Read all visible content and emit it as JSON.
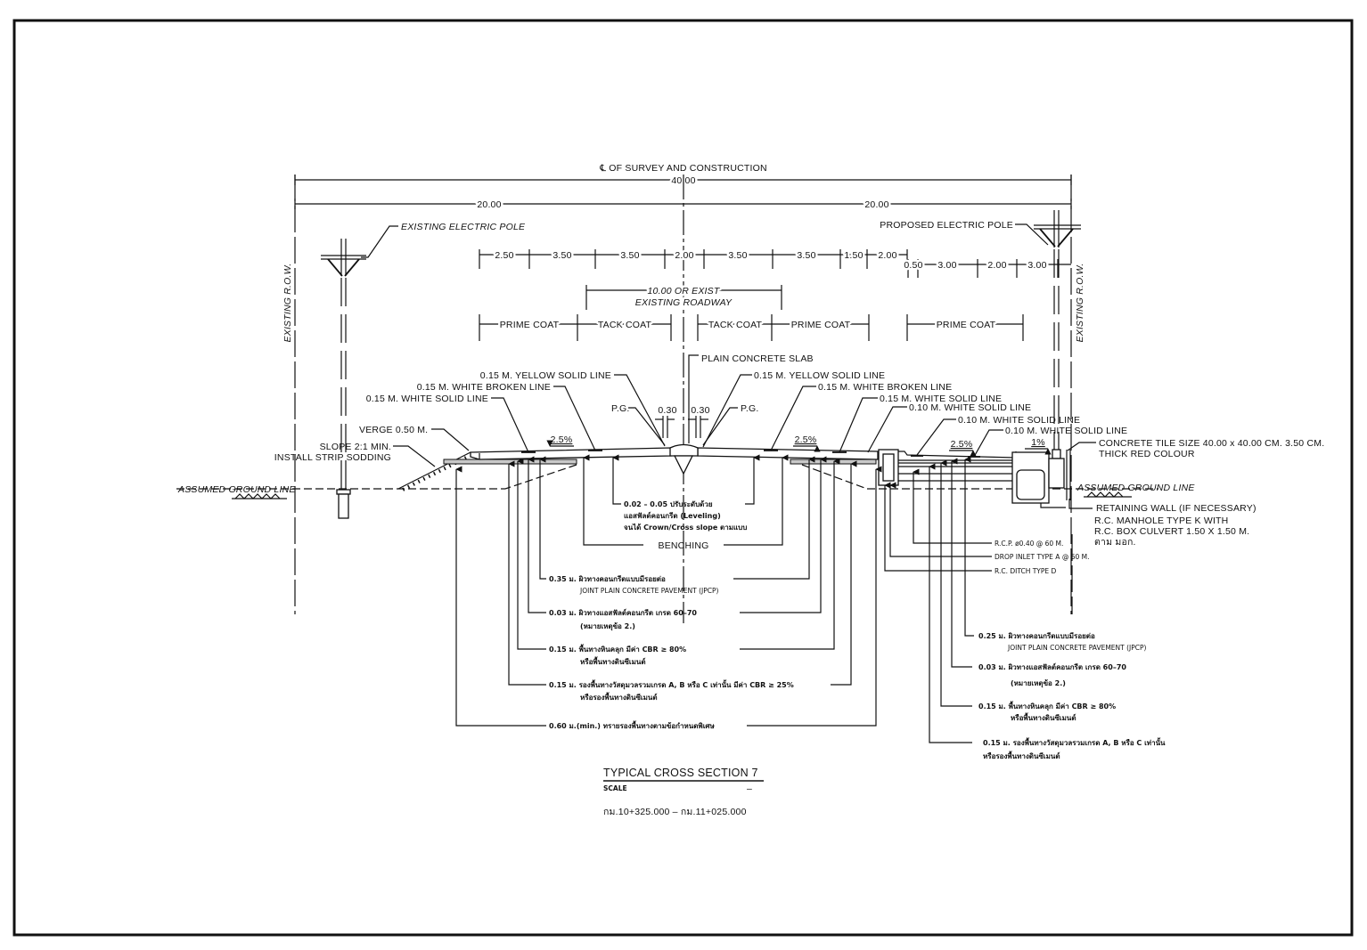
{
  "sheet": {
    "centerline_title": "℄ OF SURVEY AND CONSTRUCTION",
    "overall_width": "40.00",
    "half_width_left": "20.00",
    "half_width_right": "20.00",
    "row_left": "EXISTING R.O.W.",
    "row_right": "EXISTING R.O.W.",
    "existing_pole": "EXISTING ELECTRIC POLE",
    "proposed_pole": "PROPOSED ELECTRIC POLE",
    "lane_dims": [
      "2.50",
      "3.50",
      "3.50",
      "2.00",
      "3.50",
      "3.50",
      "1.50",
      "2.00"
    ],
    "side_dims": [
      "0.50",
      "3.00",
      "2.00",
      "3.00"
    ],
    "existing_roadway_width": "10.00 OR EXIST",
    "existing_roadway_label": "EXISTING ROADWAY",
    "coats": [
      "PRIME COAT",
      "TACK COAT",
      "TACK COAT",
      "PRIME COAT",
      "PRIME COAT"
    ],
    "plain_concrete_slab": "PLAIN CONCRETE SLAB",
    "markings_left": [
      "0.15 M. YELLOW SOLID LINE",
      "0.15 M. WHITE BROKEN LINE",
      "0.15 M. WHITE SOLID LINE"
    ],
    "markings_right": [
      "0.15 M. YELLOW SOLID LINE",
      "0.15 M. WHITE BROKEN LINE",
      "0.15 M. WHITE SOLID LINE",
      "0.10 M. WHITE SOLID LINE",
      "0.10 M. WHITE SOLID LINE",
      "0.10 M. WHITE SOLID LINE"
    ],
    "pg_left": "P.G.",
    "pg_right": "P.G.",
    "offset_left": "0.30",
    "offset_right": "0.30",
    "verge": "VERGE 0.50 M.",
    "slope_note": "SLOPE 2:1 MIN.",
    "sodding_note": "INSTALL STRIP SODDING",
    "cross_slopes": [
      "2.5%",
      "2.5%",
      "2.5%",
      "1%"
    ],
    "ground_line_left": "ASSUMED GROUND LINE",
    "ground_line_right": "ASSUMED GROUND LINE",
    "concrete_tile": [
      "CONCRETE TILE SIZE 40.00 x 40.00 CM. 3.50 CM.",
      "THICK RED COLOUR"
    ],
    "retaining_wall": "RETAINING WALL (IF NECESSARY)",
    "manhole": [
      "R.C. MANHOLE TYPE K WITH",
      "R.C. BOX CULVERT 1.50 X 1.50 M.",
      "ตาม มอก."
    ],
    "drainage": [
      "R.C.P. ø0.40 @ 60 M.",
      "DROP INLET TYPE A @ 60 M.",
      "R.C. DITCH TYPE D"
    ],
    "leveling": [
      "0.02 – 0.05 ปรับระดับด้วย",
      "แอสฟัลต์คอนกรีต (Leveling)",
      "จนได้ Crown/Cross slope ตามแบบ"
    ],
    "benching": "BENCHING",
    "layers_left": [
      {
        "line1": "0.35 ม. ผิวทางคอนกรีตแบบมีรอยต่อ",
        "line2": "JOINT PLAIN CONCRETE PAVEMENT (JPCP)"
      },
      {
        "line1": "0.03 ม. ผิวทางแอสฟัลต์คอนกรีต เกรด 60–70",
        "line2": "(หมายเหตุข้อ 2.)"
      },
      {
        "line1": "0.15 ม. พื้นทางหินคลุก มีค่า CBR ≥ 80%",
        "line2": "หรือพื้นทางดินซีเมนต์"
      },
      {
        "line1": "0.15 ม. รองพื้นทางวัสดุมวลรวมเกรด A, B หรือ C เท่านั้น มีค่า CBR ≥ 25%",
        "line2": "หรือรองพื้นทางดินซีเมนต์"
      },
      {
        "line1": "0.60 ม.(min.) ทรายรองพื้นทางตามข้อกำหนดพิเศษ"
      }
    ],
    "layers_right": [
      {
        "line1": "0.25 ม. ผิวทางคอนกรีตแบบมีรอยต่อ",
        "line2": "JOINT PLAIN CONCRETE PAVEMENT (JPCP)"
      },
      {
        "line1": "0.03 ม. ผิวทางแอสฟัลต์คอนกรีต เกรด 60–70",
        "line2": "(หมายเหตุข้อ 2.)"
      },
      {
        "line1": "0.15 ม. พื้นทางหินคลุก มีค่า CBR ≥ 80%",
        "line2": "หรือพื้นทางดินซีเมนต์"
      },
      {
        "line1": "0.15 ม. รองพื้นทางวัสดุมวลรวมเกรด A, B หรือ C เท่านั้น",
        "line2": "หรือรองพื้นทางดินซีเมนต์"
      }
    ]
  },
  "title_block": {
    "title": "TYPICAL CROSS SECTION 7",
    "scale_label": "SCALE",
    "scale_value": "–",
    "station_range": "กม.10+325.000 – กม.11+025.000"
  }
}
